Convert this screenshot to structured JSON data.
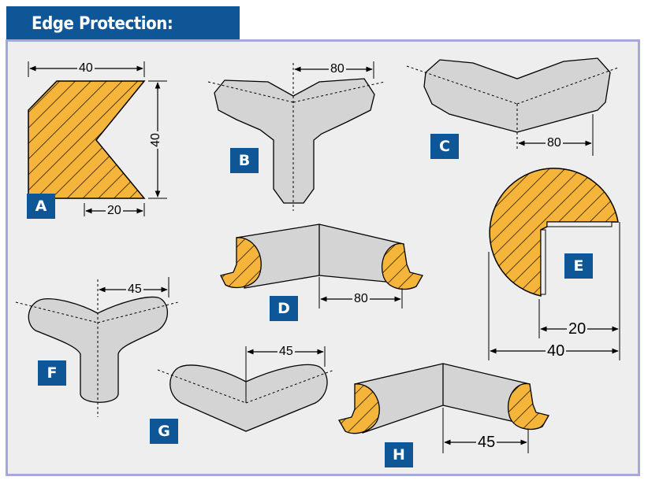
{
  "title": "Edge Protection:",
  "profiles": [
    {
      "label": "A",
      "dims": [
        "40",
        "40",
        "20"
      ]
    },
    {
      "label": "B",
      "dims": [
        "80"
      ]
    },
    {
      "label": "C",
      "dims": [
        "80"
      ]
    },
    {
      "label": "D",
      "dims": [
        "80"
      ]
    },
    {
      "label": "E",
      "dims": [
        "20",
        "40"
      ]
    },
    {
      "label": "F",
      "dims": [
        "45"
      ]
    },
    {
      "label": "G",
      "dims": [
        "45"
      ]
    },
    {
      "label": "H",
      "dims": [
        "45"
      ]
    }
  ],
  "colors": {
    "title_bg": "#0e5696",
    "frame_border": "#a6a8d8",
    "foam": "#f5b53a",
    "gray_profile": "#d4d4d4"
  }
}
